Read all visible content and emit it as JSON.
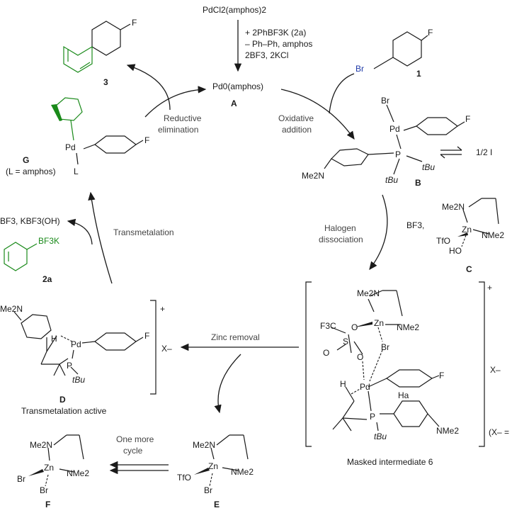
{
  "reagents_top": {
    "precatalyst": "PdCl2(amphos)2",
    "line1": "+ 2PhBF3K (2a)",
    "line2": "– Ph–Ph, amphos",
    "line3": "2BF3, 2KCl"
  },
  "compounds": {
    "pd0": "Pd0(amphos)",
    "pd0_letter": "A",
    "product_number": "3",
    "aryl_bromide_br": "Br",
    "aryl_bromide_number": "1",
    "B_letter": "B",
    "G_letter": "G",
    "G_note": "(L = amphos)",
    "G_L": "L",
    "C_letter": "C",
    "D_letter": "D",
    "D_caption": "Transmetalation active",
    "E_letter": "E",
    "F_letter": "F",
    "boronate_label": "BF3K",
    "boronate_number": "2a",
    "masked_caption": "Masked intermediate 6"
  },
  "steps": {
    "oxidative": [
      "Oxidative",
      "addition"
    ],
    "reductive": [
      "Reductive",
      "elimination"
    ],
    "halogen": [
      "Halogen",
      "dissociation"
    ],
    "transmetalation": "Transmetalation",
    "zinc_removal": "Zinc removal",
    "one_more": [
      "One more",
      "cycle"
    ],
    "byproducts": "BF3, KBF3(OH)",
    "half": "1/2 I",
    "bf3_plus": "BF3,"
  },
  "atoms": {
    "F": "F",
    "Br": "Br",
    "Pd": "Pd",
    "P": "P",
    "Zn": "Zn",
    "H": "H",
    "Ha": "Ha",
    "S": "S",
    "O": "O",
    "NMe2": "NMe2",
    "Me2N": "Me2N",
    "tBu": "tBu",
    "TfO": "TfO",
    "HO": "HO",
    "F3C": "F3C",
    "plus": "+",
    "X_minus": "X–",
    "X_note": "(X– ="
  }
}
